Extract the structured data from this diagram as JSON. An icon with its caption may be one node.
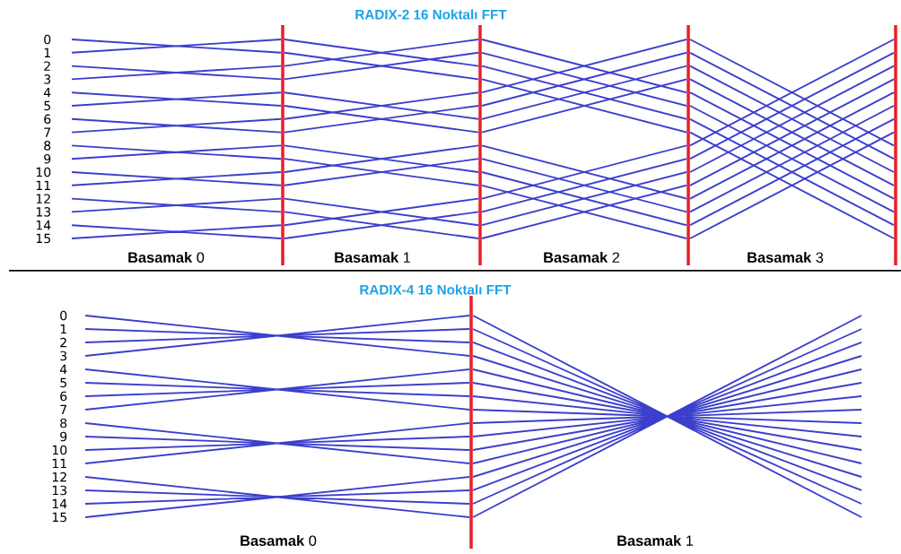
{
  "diagram": {
    "labels": [
      "RADIX-2 16 Noktalı FFT",
      "0",
      "1",
      "2",
      "3",
      "4",
      "5",
      "6",
      "7",
      "8",
      "9",
      "10",
      "11",
      "12",
      "13",
      "14",
      "15",
      "**Basamak** 0",
      "**Basamak** 1",
      "**Basamak** 2",
      "**Basamak** 3",
      "RADIX-4 16 Noktalı FFT",
      "0",
      "1",
      "2",
      "3",
      "4",
      "5",
      "6",
      "7",
      "8",
      "9",
      "10",
      "11",
      "12",
      "13",
      "14",
      "15",
      "**Basamak** 0",
      "**Basamak** 1"
    ]
  }
}
